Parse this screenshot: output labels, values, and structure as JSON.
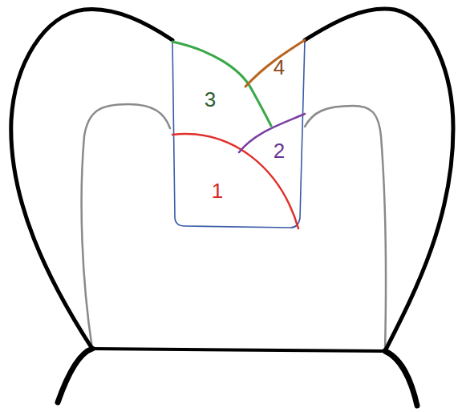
{
  "diagram": {
    "labels": [
      "3",
      "4",
      "2",
      "1"
    ]
  }
}
